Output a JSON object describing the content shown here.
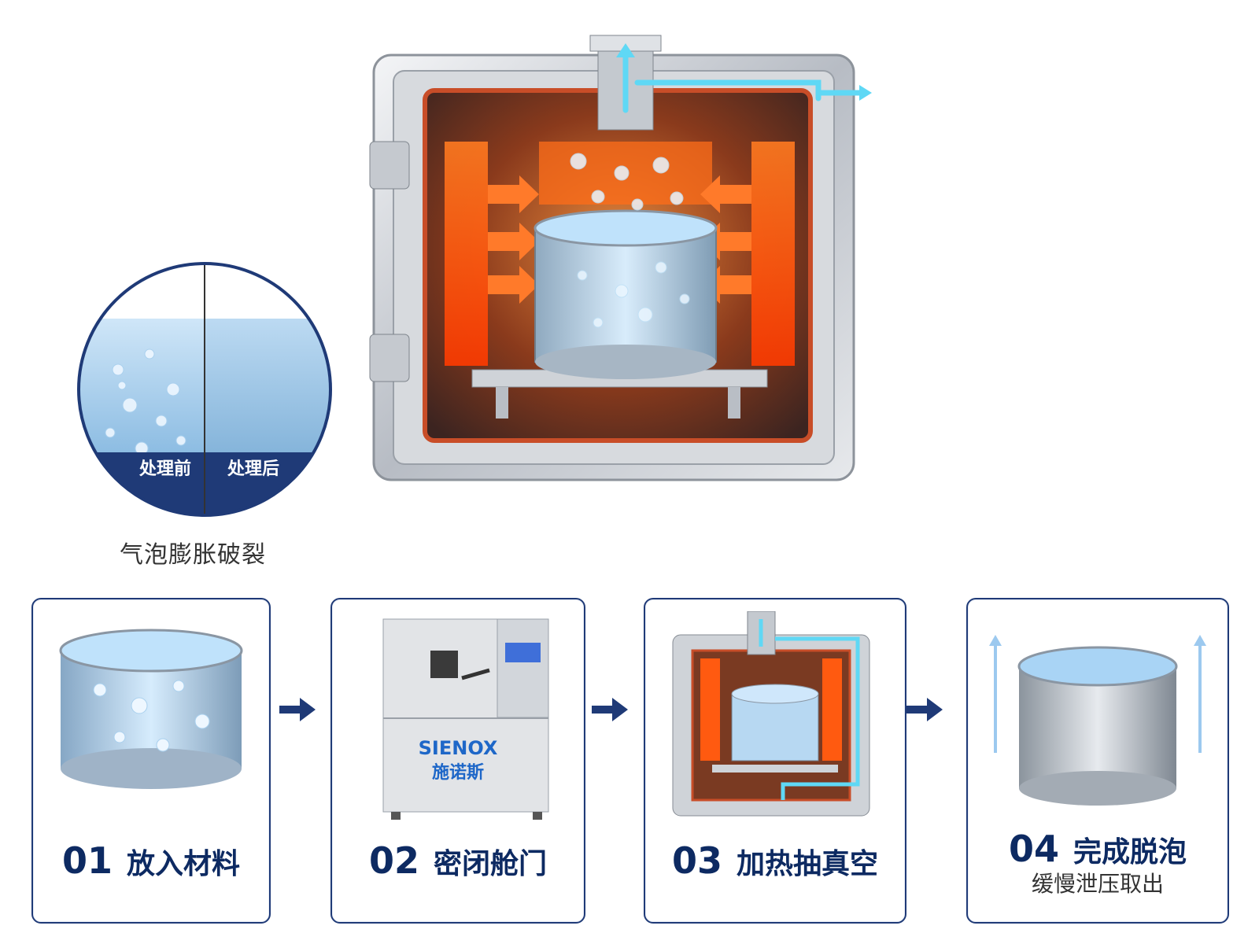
{
  "compare": {
    "before_label": "处理前",
    "after_label": "处理后",
    "caption": "气泡膨胀破裂"
  },
  "brand": {
    "name_en": "SIENOX",
    "name_cn": "施诺斯"
  },
  "steps": [
    {
      "num": "01",
      "title": "放入材料",
      "subtitle": ""
    },
    {
      "num": "02",
      "title": "密闭舱门",
      "subtitle": ""
    },
    {
      "num": "03",
      "title": "加热抽真空",
      "subtitle": ""
    },
    {
      "num": "04",
      "title": "完成脱泡",
      "subtitle": "缓慢泄压取出"
    }
  ],
  "colors": {
    "navy": "#1f3a77",
    "title": "#0d2a62",
    "heater": "#ff5a10",
    "water": "#9fd0f4",
    "steel": "#c9ced5",
    "airflow": "#5fd8f5"
  }
}
